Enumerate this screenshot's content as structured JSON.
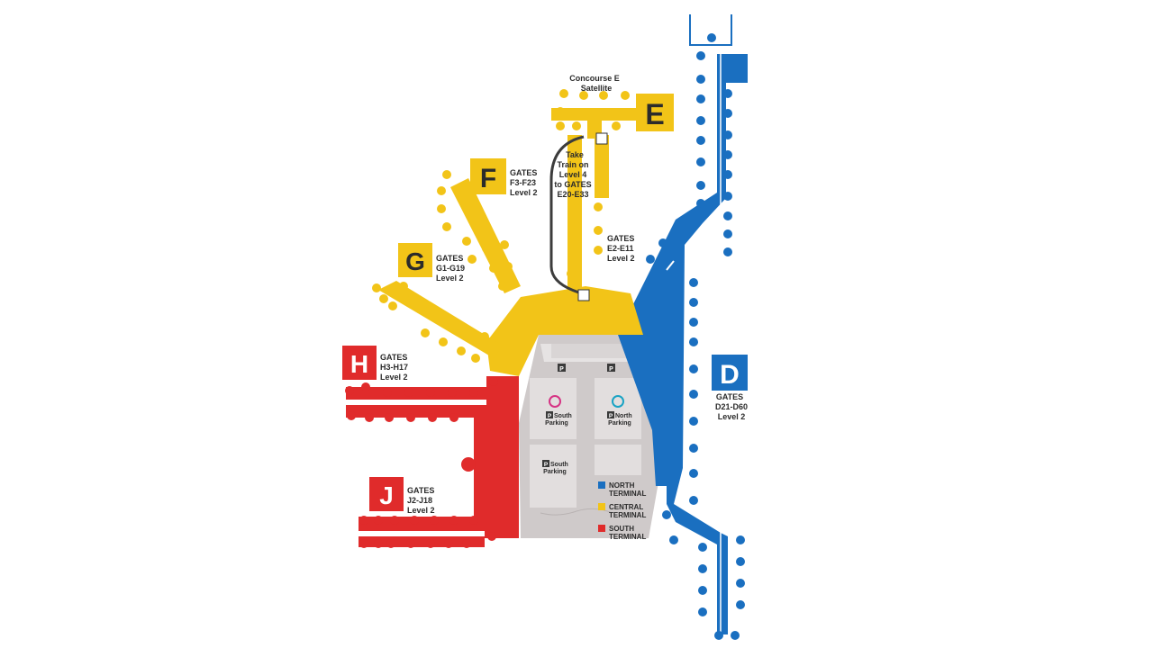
{
  "concourses": {
    "e": {
      "letter": "E",
      "satellite_line1": "Concourse E",
      "satellite_line2": "Satellite",
      "gates_word": "GATES",
      "range": "E2-E11",
      "level": "Level 2"
    },
    "f": {
      "letter": "F",
      "gates_word": "GATES",
      "range": "F3-F23",
      "level": "Level 2"
    },
    "g": {
      "letter": "G",
      "gates_word": "GATES",
      "range": "G1-G19",
      "level": "Level 2"
    },
    "h": {
      "letter": "H",
      "gates_word": "GATES",
      "range": "H3-H17",
      "level": "Level 2"
    },
    "j": {
      "letter": "J",
      "gates_word": "GATES",
      "range": "J2-J18",
      "level": "Level 2"
    },
    "d": {
      "letter": "D",
      "gates_word": "GATES",
      "range": "D21-D60",
      "level": "Level 2"
    }
  },
  "train_note": [
    "Take",
    "Train on",
    "Level 4",
    "to GATES",
    "E20-E33"
  ],
  "parking": {
    "south_word": "South",
    "north_word": "North",
    "parking_word": "Parking",
    "p_symbol": "P"
  },
  "legend": [
    {
      "line1": "NORTH",
      "line2": "TERMINAL",
      "color": "#1a6fc0"
    },
    {
      "line1": "CENTRAL",
      "line2": "TERMINAL",
      "color": "#f2c418"
    },
    {
      "line1": "SOUTH",
      "line2": "TERMINAL",
      "color": "#e02b2b"
    }
  ],
  "colors": {
    "north": "#1a6fc0",
    "central": "#f2c418",
    "south": "#e02b2b",
    "landside": "#cfcaca",
    "letter_box": "#f2c418",
    "text": "#2b2b2b"
  }
}
